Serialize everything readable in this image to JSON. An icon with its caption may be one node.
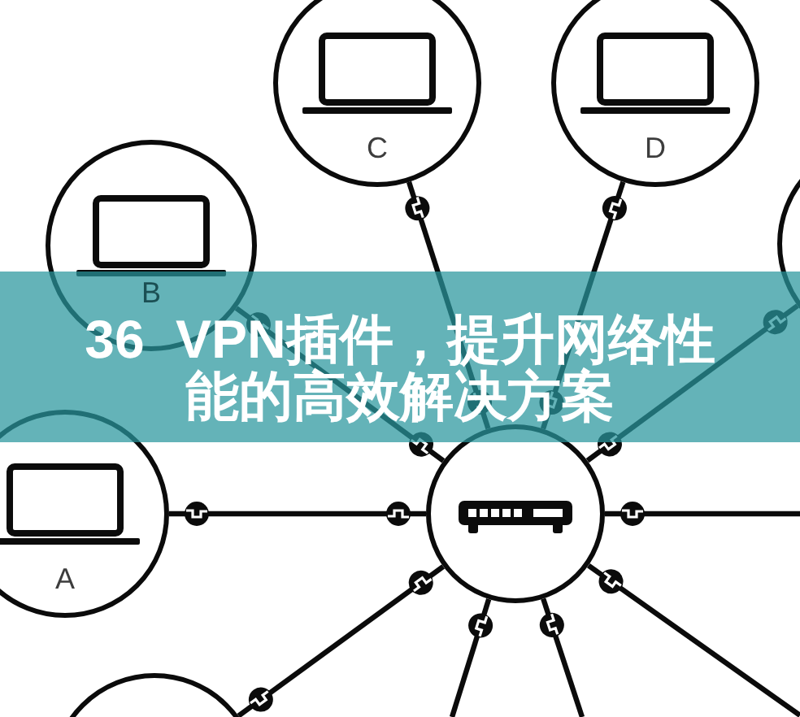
{
  "diagram": {
    "title": "36 VPN插件，提升网络性能的高效解决方案",
    "nodes": [
      {
        "text": [
          "C"
        ]
      },
      {
        "text": [
          "D"
        ]
      },
      {
        "text": [
          "B"
        ]
      },
      {
        "text": [],
        "shape": "circle"
      },
      {
        "text": [
          "A"
        ]
      },
      {
        "text": [],
        "shape": "circle"
      },
      {
        "text": [],
        "shape": "circle"
      }
    ],
    "edges": [
      {
        "from": 5,
        "to": 0,
        "arrow": "other"
      },
      {
        "from": 5,
        "to": 1,
        "arrow": "other"
      },
      {
        "from": 5,
        "to": 2,
        "arrow": "other"
      },
      {
        "from": 5,
        "to": 3,
        "arrow": "other"
      },
      {
        "from": 5,
        "to": 4,
        "arrow": "other"
      },
      {
        "from": 5,
        "to": null,
        "arrow": "other"
      },
      {
        "from": 5,
        "to": 6,
        "arrow": "other"
      },
      {
        "from": 5,
        "to": null,
        "arrow": "other"
      },
      {
        "from": 5,
        "to": null,
        "arrow": "other"
      },
      {
        "from": 5,
        "to": null,
        "arrow": "other"
      }
    ]
  }
}
